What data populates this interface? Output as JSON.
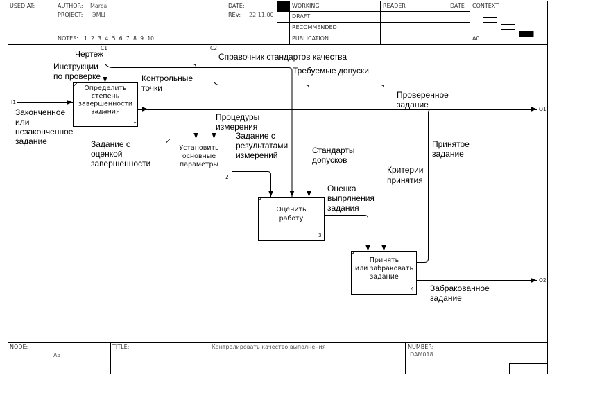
{
  "header": {
    "used_at_label": "USED AT:",
    "author_label": "AUTHOR:",
    "author_value": "Marca",
    "project_label": "PROJECT:",
    "project_value": "ЭМЦ",
    "date_label": "DATE:",
    "rev_label": "REV:",
    "rev_value": "22.11.00",
    "notes_label": "NOTES:",
    "notes_numbers": "1 2 3 4 5 6 7 8 9 10",
    "status_working": "WORKING",
    "status_draft": "DRAFT",
    "status_recommended": "RECOMMENDED",
    "status_publication": "PUBLICATION",
    "reader_label": "READER",
    "reader_date_label": "DATE",
    "context_label": "CONTEXT:",
    "context_node": "A0"
  },
  "footer": {
    "node_label": "NODE:",
    "node_value": "A3",
    "title_label": "TITLE:",
    "title_value": "Контролировать качество  выполнения",
    "number_label": "NUMBER:",
    "number_value": "DAM018"
  },
  "boxes": [
    {
      "lines": [
        "Определить",
        "степень",
        "завершенности",
        "задания"
      ],
      "number": "1"
    },
    {
      "lines": [
        "Установить",
        "основные",
        "параметры"
      ],
      "number": "2"
    },
    {
      "lines": [
        "Оценить",
        "работу"
      ],
      "number": "3"
    },
    {
      "lines": [
        "Принять",
        "или забраковать",
        "задание"
      ],
      "number": "4"
    }
  ],
  "tunnels": {
    "c1": "C1",
    "c2": "C2",
    "i1": "I1",
    "o1": "O1",
    "o2": "O2"
  },
  "arrow_labels": {
    "drawing": "Чертеж",
    "inspection_instr": [
      "Инструкции",
      "по проверке"
    ],
    "checkpoints": [
      "Контрольные",
      "точки"
    ],
    "quality_std": "Справочник стандартов качества",
    "required_tol": "Требуемые допуски",
    "task_in": [
      "Законченное",
      "или",
      "незаконченное",
      "задание"
    ],
    "verified_task": [
      "Проверенное",
      "задание"
    ],
    "task_rated": [
      "Задание с",
      "оценкой",
      "завершенности"
    ],
    "meas_procedures": [
      "Процедуры",
      "измерения"
    ],
    "task_meas": [
      "Задание с",
      "результатами",
      "измерений"
    ],
    "tol_std": [
      "Стандарты",
      "допусков"
    ],
    "accepted_task": [
      "Принятое",
      "задание"
    ],
    "criteria": [
      "Критерии",
      "принятия"
    ],
    "task_eval": [
      "Оценка",
      "выпрлнения",
      "задания"
    ],
    "rejected_task": [
      "Забракованное",
      "задание"
    ]
  }
}
